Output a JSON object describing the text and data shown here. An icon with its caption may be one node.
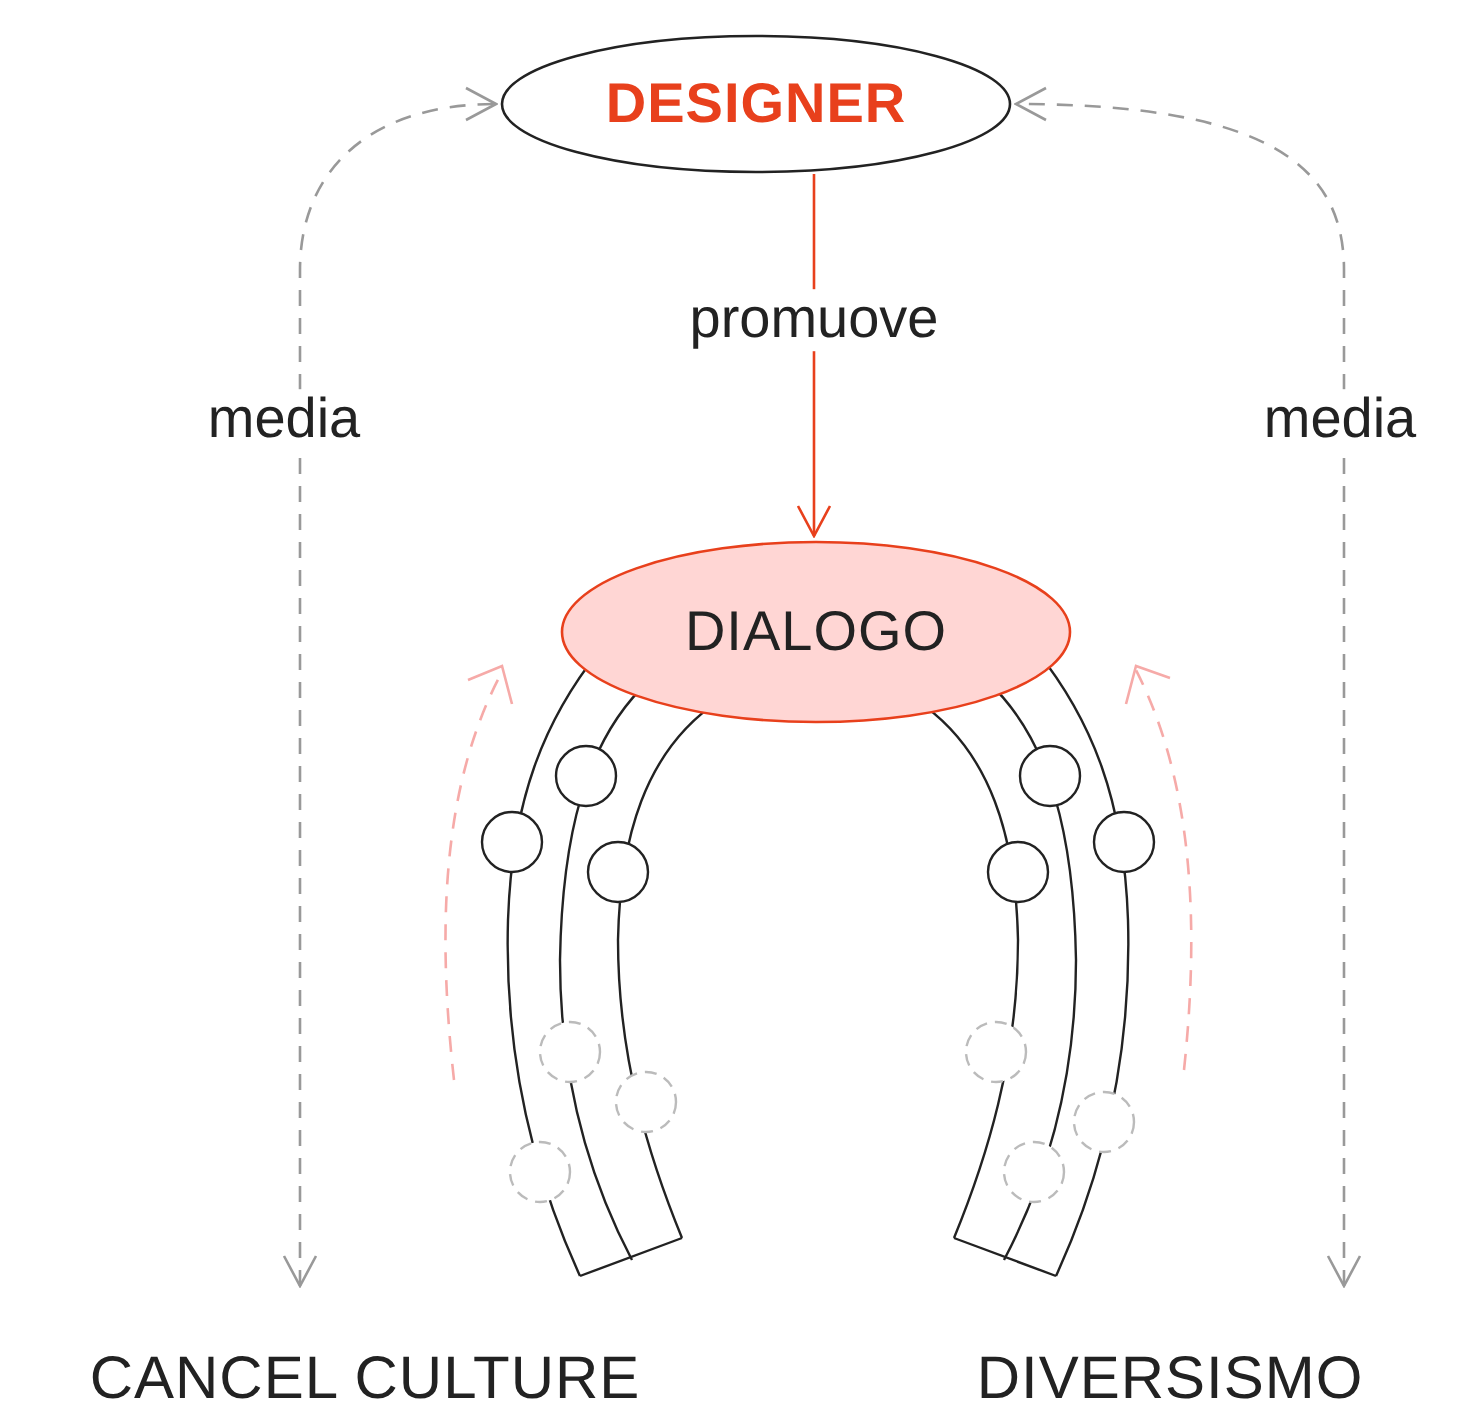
{
  "diagram": {
    "nodes": [
      {
        "text": [
          "DESIGNER"
        ]
      },
      {
        "text": [
          "DIALOGO"
        ]
      },
      {
        "text": [
          "CANCEL CULTURE"
        ]
      },
      {
        "text": [
          "DIVERSISMO"
        ]
      }
    ],
    "edges": [
      {
        "from": 0,
        "to": 1,
        "arrow": "to",
        "label": "promuove",
        "color": "#e8401c"
      },
      {
        "from": 2,
        "to": 0,
        "arrow": "both",
        "label": "media",
        "style": "dashed"
      },
      {
        "from": 3,
        "to": 0,
        "arrow": "both",
        "label": "media",
        "style": "dashed"
      }
    ]
  }
}
